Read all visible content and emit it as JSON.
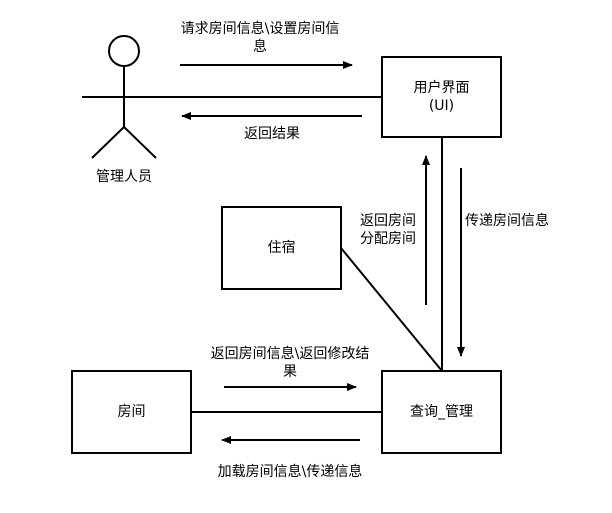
{
  "actor": {
    "label": "管理人员"
  },
  "boxes": {
    "ui": {
      "line1": "用户界面",
      "line2": "(UI)"
    },
    "lodging": {
      "label": "住宿"
    },
    "room": {
      "label": "房间"
    },
    "query": {
      "label": "查询_管理"
    }
  },
  "arrows": {
    "request": {
      "line1": "请求房间信息\\设置房间信",
      "line2": "息"
    },
    "return_result": {
      "label": "返回结果"
    },
    "return_assign": {
      "line1": "返回房间",
      "line2": "分配房间"
    },
    "pass_room_info": {
      "label": "传递房间信息"
    },
    "return_modify": {
      "line1": "返回房间信息\\返回修改结",
      "line2": "果"
    },
    "load_pass": {
      "label": "加载房间信息\\传递信息"
    }
  }
}
